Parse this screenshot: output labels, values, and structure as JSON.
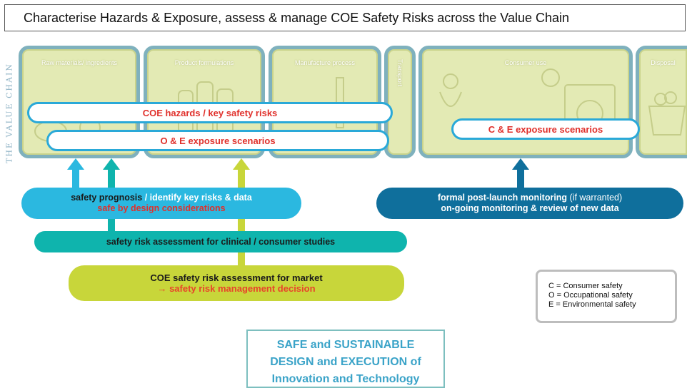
{
  "header": {
    "title": "Characterise Hazards & Exposure, assess & manage COE Safety Risks across the Value Chain",
    "side_label": "THE VALUE CHAIN"
  },
  "stages": [
    {
      "label": "Raw materials/ ingredients"
    },
    {
      "label": "Product formulations"
    },
    {
      "label": "Manufacture process"
    },
    {
      "label": "Transport"
    },
    {
      "label": "Consumer use"
    },
    {
      "label": "Disposal"
    }
  ],
  "overlays": {
    "hazards": "COE hazards / key safety risks",
    "oe_exposure": "O & E exposure scenarios",
    "ce_exposure": "C & E exposure scenarios"
  },
  "processes": {
    "prognosis_line1_dark": "safety prognosis",
    "prognosis_line1_white": " / identify key risks & data",
    "prognosis_line2": "safe by design considerations",
    "monitoring_line1_bold": "formal post-launch monitoring",
    "monitoring_line1_rest": " (if warranted)",
    "monitoring_line2": "on-going monitoring & review of new data",
    "clinical": "safety risk assessment for clinical / consumer studies",
    "market_line1": "COE safety risk assessment for market",
    "market_line2": "→ safety risk management decision"
  },
  "legend": [
    "C = Consumer safety",
    "O = Occupational safety",
    "E = Environmental safety"
  ],
  "footer": {
    "line1": "SAFE and SUSTAINABLE",
    "line2": "DESIGN and EXECUTION of",
    "line3": "Innovation and Technology"
  },
  "colors": {
    "stage_border": "#7fb1bd",
    "stage_fill": "#e3eab4",
    "hazard_border": "#2aa9d8",
    "red_text": "#e0302b",
    "prognosis": "#2bb8e0",
    "clinical": "#0fb4ad",
    "market": "#c8d63a",
    "monitoring": "#0f6f9c"
  }
}
